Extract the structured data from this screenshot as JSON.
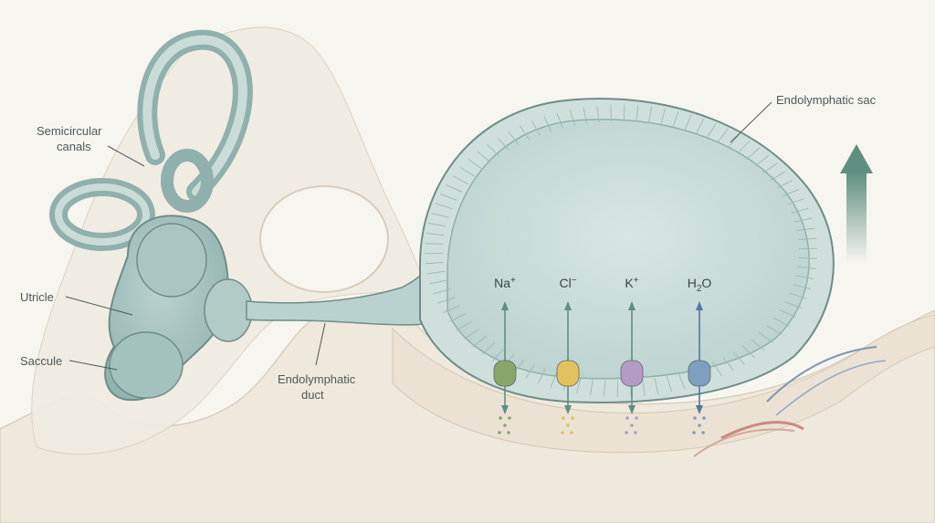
{
  "labels": {
    "semicircular_line1": "Semicircular",
    "semicircular_line2": "canals",
    "utricle": "Utricle",
    "saccule": "Saccule",
    "duct_line1": "Endolymphatic",
    "duct_line2": "duct",
    "sac": "Endolymphatic sac"
  },
  "ions": [
    {
      "name": "Na",
      "sup": "+",
      "sub": "",
      "color": "#8aa56a"
    },
    {
      "name": "Cl",
      "sup": "−",
      "sub": "",
      "color": "#e3c25e"
    },
    {
      "name": "K",
      "sup": "+",
      "sub": "",
      "color": "#b59ac6"
    },
    {
      "name": "H",
      "sup": "",
      "sub": "2",
      "tail": "O",
      "color": "#7f9fbf"
    }
  ],
  "colors": {
    "fluid": "#c9dcd8",
    "membrane": "#9fbdb8",
    "outline": "#6f8c88",
    "bone": "#efe9dd",
    "arrow_teal": "#5f8f80",
    "arrow_blue": "#4f78a6"
  }
}
